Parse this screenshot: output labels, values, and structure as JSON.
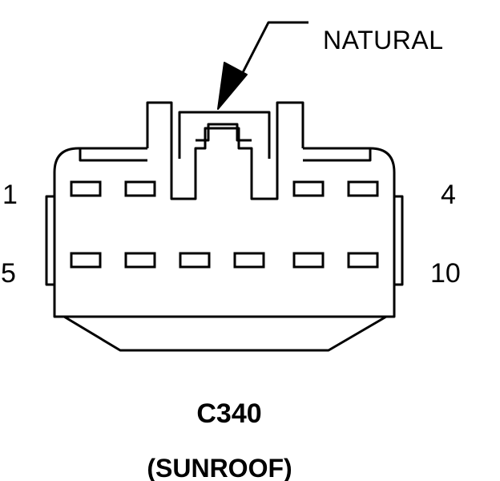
{
  "connector": {
    "id": "C340",
    "description": "(SUNROOF)",
    "color": "NATURAL"
  },
  "pins": {
    "top_left": "1",
    "top_right": "4",
    "bottom_left": "5",
    "bottom_right": "10"
  },
  "cavities": {
    "top_row_count": 4,
    "bottom_row_count": 6
  },
  "colors": {
    "stroke": "#000000",
    "background": "#ffffff"
  }
}
